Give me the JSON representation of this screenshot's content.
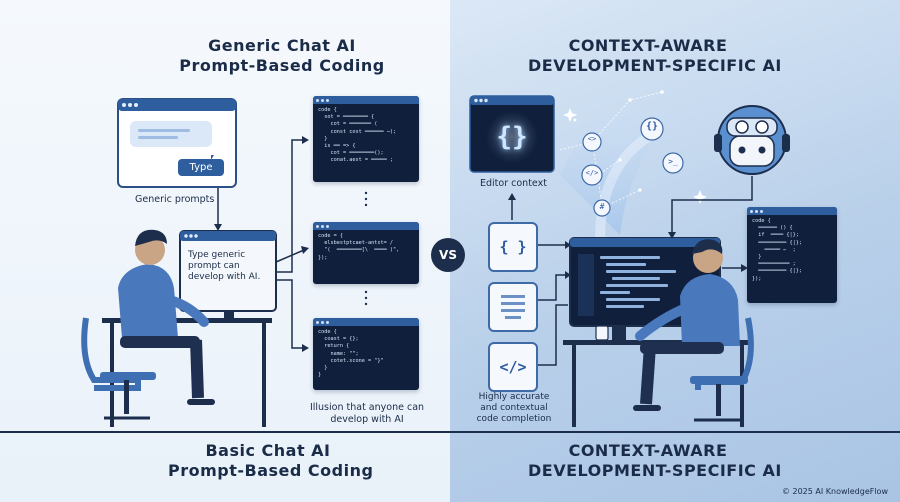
{
  "left": {
    "top_title": [
      "Generic Chat AI",
      "Prompt-Based Coding"
    ],
    "bottom_title": [
      "Basic Chat AI",
      "Prompt-Based Coding"
    ],
    "type_button": "Type",
    "generic_prompts_caption": "Generic prompts",
    "monitor_text": "Type generic prompt can develop with AI.",
    "illusion_caption": [
      "Illusion that anyone can",
      "develop with AI"
    ],
    "code_snippets": [
      "code {\n  sot = ━━━━━━━━ {\n    cot = ━━━━━━━ (\n    const cost ━━━━━━ ⋯);\n  }\n  is ━━ => {\n    cot = ━━━━━━━━();\n    conat.aest = ━━━━━ ;",
      "code = {\n  elsbestptcaet-antst= /\n  \"(  ━━━━━━━━[\\  ━━━━ )\",\n});",
      "code {\n  coast = {};\n  return {\n    name: \"\";\n    cotet.scone = \"}\"\n  }\n}"
    ]
  },
  "vs_label": "VS",
  "right": {
    "top_title": [
      "CONTEXT-AWARE",
      "DEVELOPMENT-SPECIFIC AI"
    ],
    "bottom_title": [
      "CONTEXT-AWARE",
      "DEVELOPMENT-SPECIFIC AI"
    ],
    "editor_context_caption": "Editor context",
    "completion_caption": [
      "Highly accurate",
      "and contextual",
      "code completion"
    ],
    "code_snippet": "code {\n  ━━━━━━ () {\n  if  ━━━━ {|};\n  ━━━━━━━━━ {|};\n    ━━━━━ ←  ;\n  }\n  ━━━━━━━━━━ ;\n  ━━━━━━━━━ {|};\n});",
    "editor_glyph": "{}",
    "file_glyphs": [
      "{ }",
      "",
      "</>"
    ],
    "floating_glyphs": [
      "{}",
      "<>",
      "</>",
      ">_",
      "#"
    ]
  },
  "copyright": "© 2025 AI KnowledgeFlow"
}
